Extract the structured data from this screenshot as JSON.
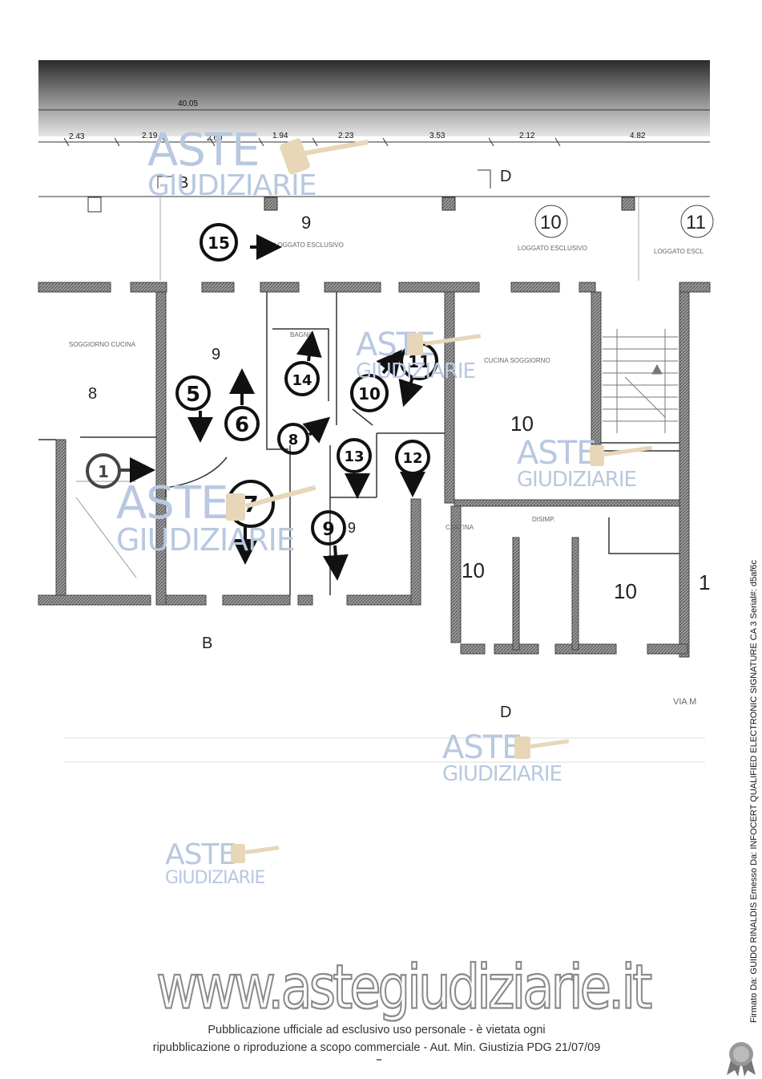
{
  "dimensions": {
    "overall": "40.05",
    "segments": [
      "2.43",
      "2.19",
      "2.60",
      "1.94",
      "2.23",
      "3.53",
      "2.12",
      "4.82"
    ]
  },
  "section_letters": [
    "B",
    "D",
    "B",
    "D"
  ],
  "unit_numbers": {
    "logg_9": "9",
    "logg_10": "10",
    "logg_11": "11",
    "room_8": "8",
    "room_9": "9",
    "room_9b": "9",
    "room_10a": "10",
    "room_10b": "10",
    "room_10c": "10",
    "room_1": "1"
  },
  "room_labels": {
    "loggato_9": "LOGGATO ESCLUSIVO",
    "loggato_10": "LOGGATO ESCLUSIVO",
    "loggato_11": "LOGGATO ESCL",
    "bagno": "BAGNO",
    "soggiorno_cucina": "SOGGIORNO CUCINA",
    "cucina_soggiorno": "CUCINA SOGGIORNO",
    "cantina": "CANTINA",
    "disimpegno": "DISIMP.",
    "via": "VIA M"
  },
  "photo_markers": [
    "1",
    "5",
    "6",
    "7",
    "8",
    "9",
    "10",
    "11",
    "12",
    "13",
    "14",
    "15"
  ],
  "watermark": {
    "line1": "ASTE",
    "line2": "GIUDIZIARIE"
  },
  "website": "www.astegiudiziarie.it",
  "footer": {
    "line1": "Pubblicazione ufficiale ad esclusivo uso personale - è vietata ogni",
    "line2": "ripubblicazione o riproduzione a scopo commerciale - Aut. Min. Giustizia PDG 21/07/09"
  },
  "signature": "Firmato Da: GUIDO RINALDIS Emesso Da: INFOCERT QUALIFIED ELECTRONIC SIGNATURE CA 3 Serial#: d5af6c",
  "colors": {
    "watermark": "#b8c8e0",
    "wall": "#555555",
    "marker": "#111111"
  }
}
